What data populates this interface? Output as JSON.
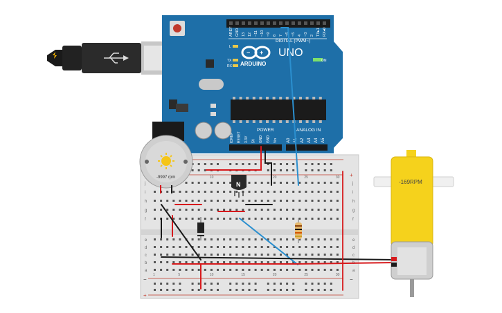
{
  "arduino": {
    "brand": "ARDUINO",
    "model": "UNO",
    "digital_label": "DIGITAL (PWM~)",
    "power_label": "POWER",
    "analog_label": "ANALOG IN",
    "on_label": "ON",
    "led_l": "L",
    "led_tx": "TX",
    "led_rx": "RX",
    "top_pins": [
      "AREF",
      "GND",
      "13",
      "12",
      "~11",
      "~10",
      "~9",
      "8",
      "7",
      "~6",
      "~5",
      "4",
      "~3",
      "2",
      "TX▸1",
      "RX◂0"
    ],
    "power_pins": [
      "IOREF",
      "RESET",
      "3.3V",
      "5V",
      "GND",
      "GND",
      "Vin"
    ],
    "analog_pins": [
      "A0",
      "A1",
      "A2",
      "A3",
      "A4",
      "A5"
    ]
  },
  "dc_motor": {
    "rpm_label": "-9997 rpm"
  },
  "gear_motor": {
    "rpm_label": "-169RPM"
  },
  "transistor": {
    "label": "N"
  },
  "breadboard": {
    "row_letters_top": [
      "j",
      "i",
      "h",
      "g",
      "f"
    ],
    "row_letters_bottom": [
      "e",
      "d",
      "c",
      "b",
      "a"
    ],
    "col_numbers": [
      "1",
      "5",
      "10",
      "15",
      "20",
      "25",
      "30"
    ]
  },
  "colors": {
    "board": "#1e6fa8",
    "wire_red": "#d7191c",
    "wire_black": "#1a1a1a",
    "wire_blue": "#2b8fcf",
    "motor_yellow": "#f5d21c"
  }
}
